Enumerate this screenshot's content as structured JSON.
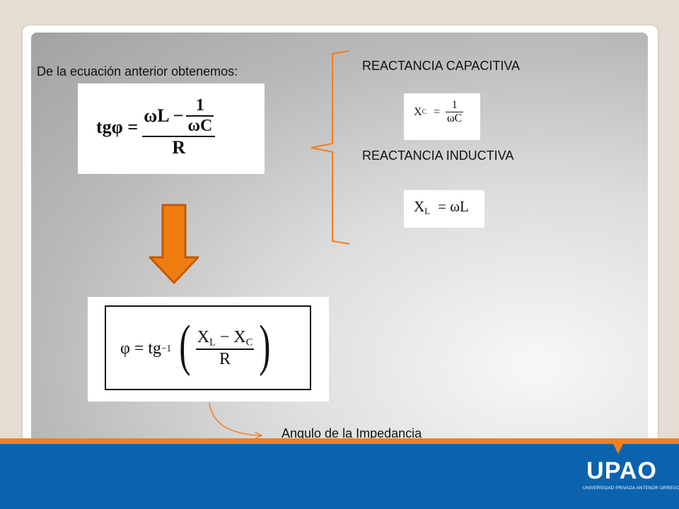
{
  "slide": {
    "intro_text": "De la ecuación anterior obtenemos:",
    "capacitive_label": "REACTANCIA CAPACITIVA",
    "inductive_label": "REACTANCIA INDUCTIVA",
    "caption": "Angulo de la Impedancia"
  },
  "formulas": {
    "tan": {
      "lhs": "tgφ =",
      "inner_left": "ωL −",
      "inner_num": "1",
      "inner_den": "ωC",
      "den": "R"
    },
    "xc": {
      "sym": "X",
      "sub": "C",
      "eq": "=",
      "num": "1",
      "den": "ωC"
    },
    "xl": {
      "sym": "X",
      "sub": "L",
      "rhs": "= ωL"
    },
    "phi": {
      "lhs": "φ = tg",
      "exp": "−1",
      "n1": "X",
      "n1sub": "L",
      "minus": " − ",
      "n2": "X",
      "n2sub": "C",
      "den": "R"
    }
  },
  "logo": {
    "name": "UPAO",
    "subtitle": "UNIVERSIDAD PRIVADA ANTENOR ORREGO"
  },
  "colors": {
    "arrow_fill": "#f07d10",
    "arrow_stroke": "#c05a08",
    "accent_orange": "#f08020",
    "footer_blue": "#0b63ad"
  }
}
